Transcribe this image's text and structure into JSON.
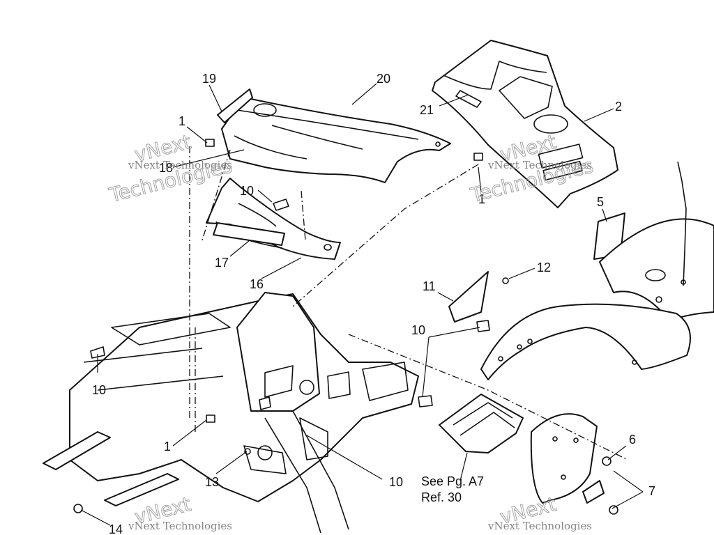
{
  "callouts": {
    "c19": "19",
    "c20": "20",
    "c21": "21",
    "c2": "2",
    "c1a": "1",
    "c18": "18",
    "c10a": "10",
    "c1b": "1",
    "c5": "5",
    "c17": "17",
    "c16": "16",
    "c12": "12",
    "c11": "11",
    "c10b": "10",
    "c10c": "10",
    "c6": "6",
    "c7": "7",
    "c1c": "1",
    "c13": "13",
    "c10d": "10",
    "c14": "14"
  },
  "reference_note": {
    "line1": "See Pg. A7",
    "line2": "Ref. 30"
  },
  "watermark": {
    "brand_line": "vNext Technologies",
    "word_1": "vNext",
    "word_2": "Technologies"
  }
}
